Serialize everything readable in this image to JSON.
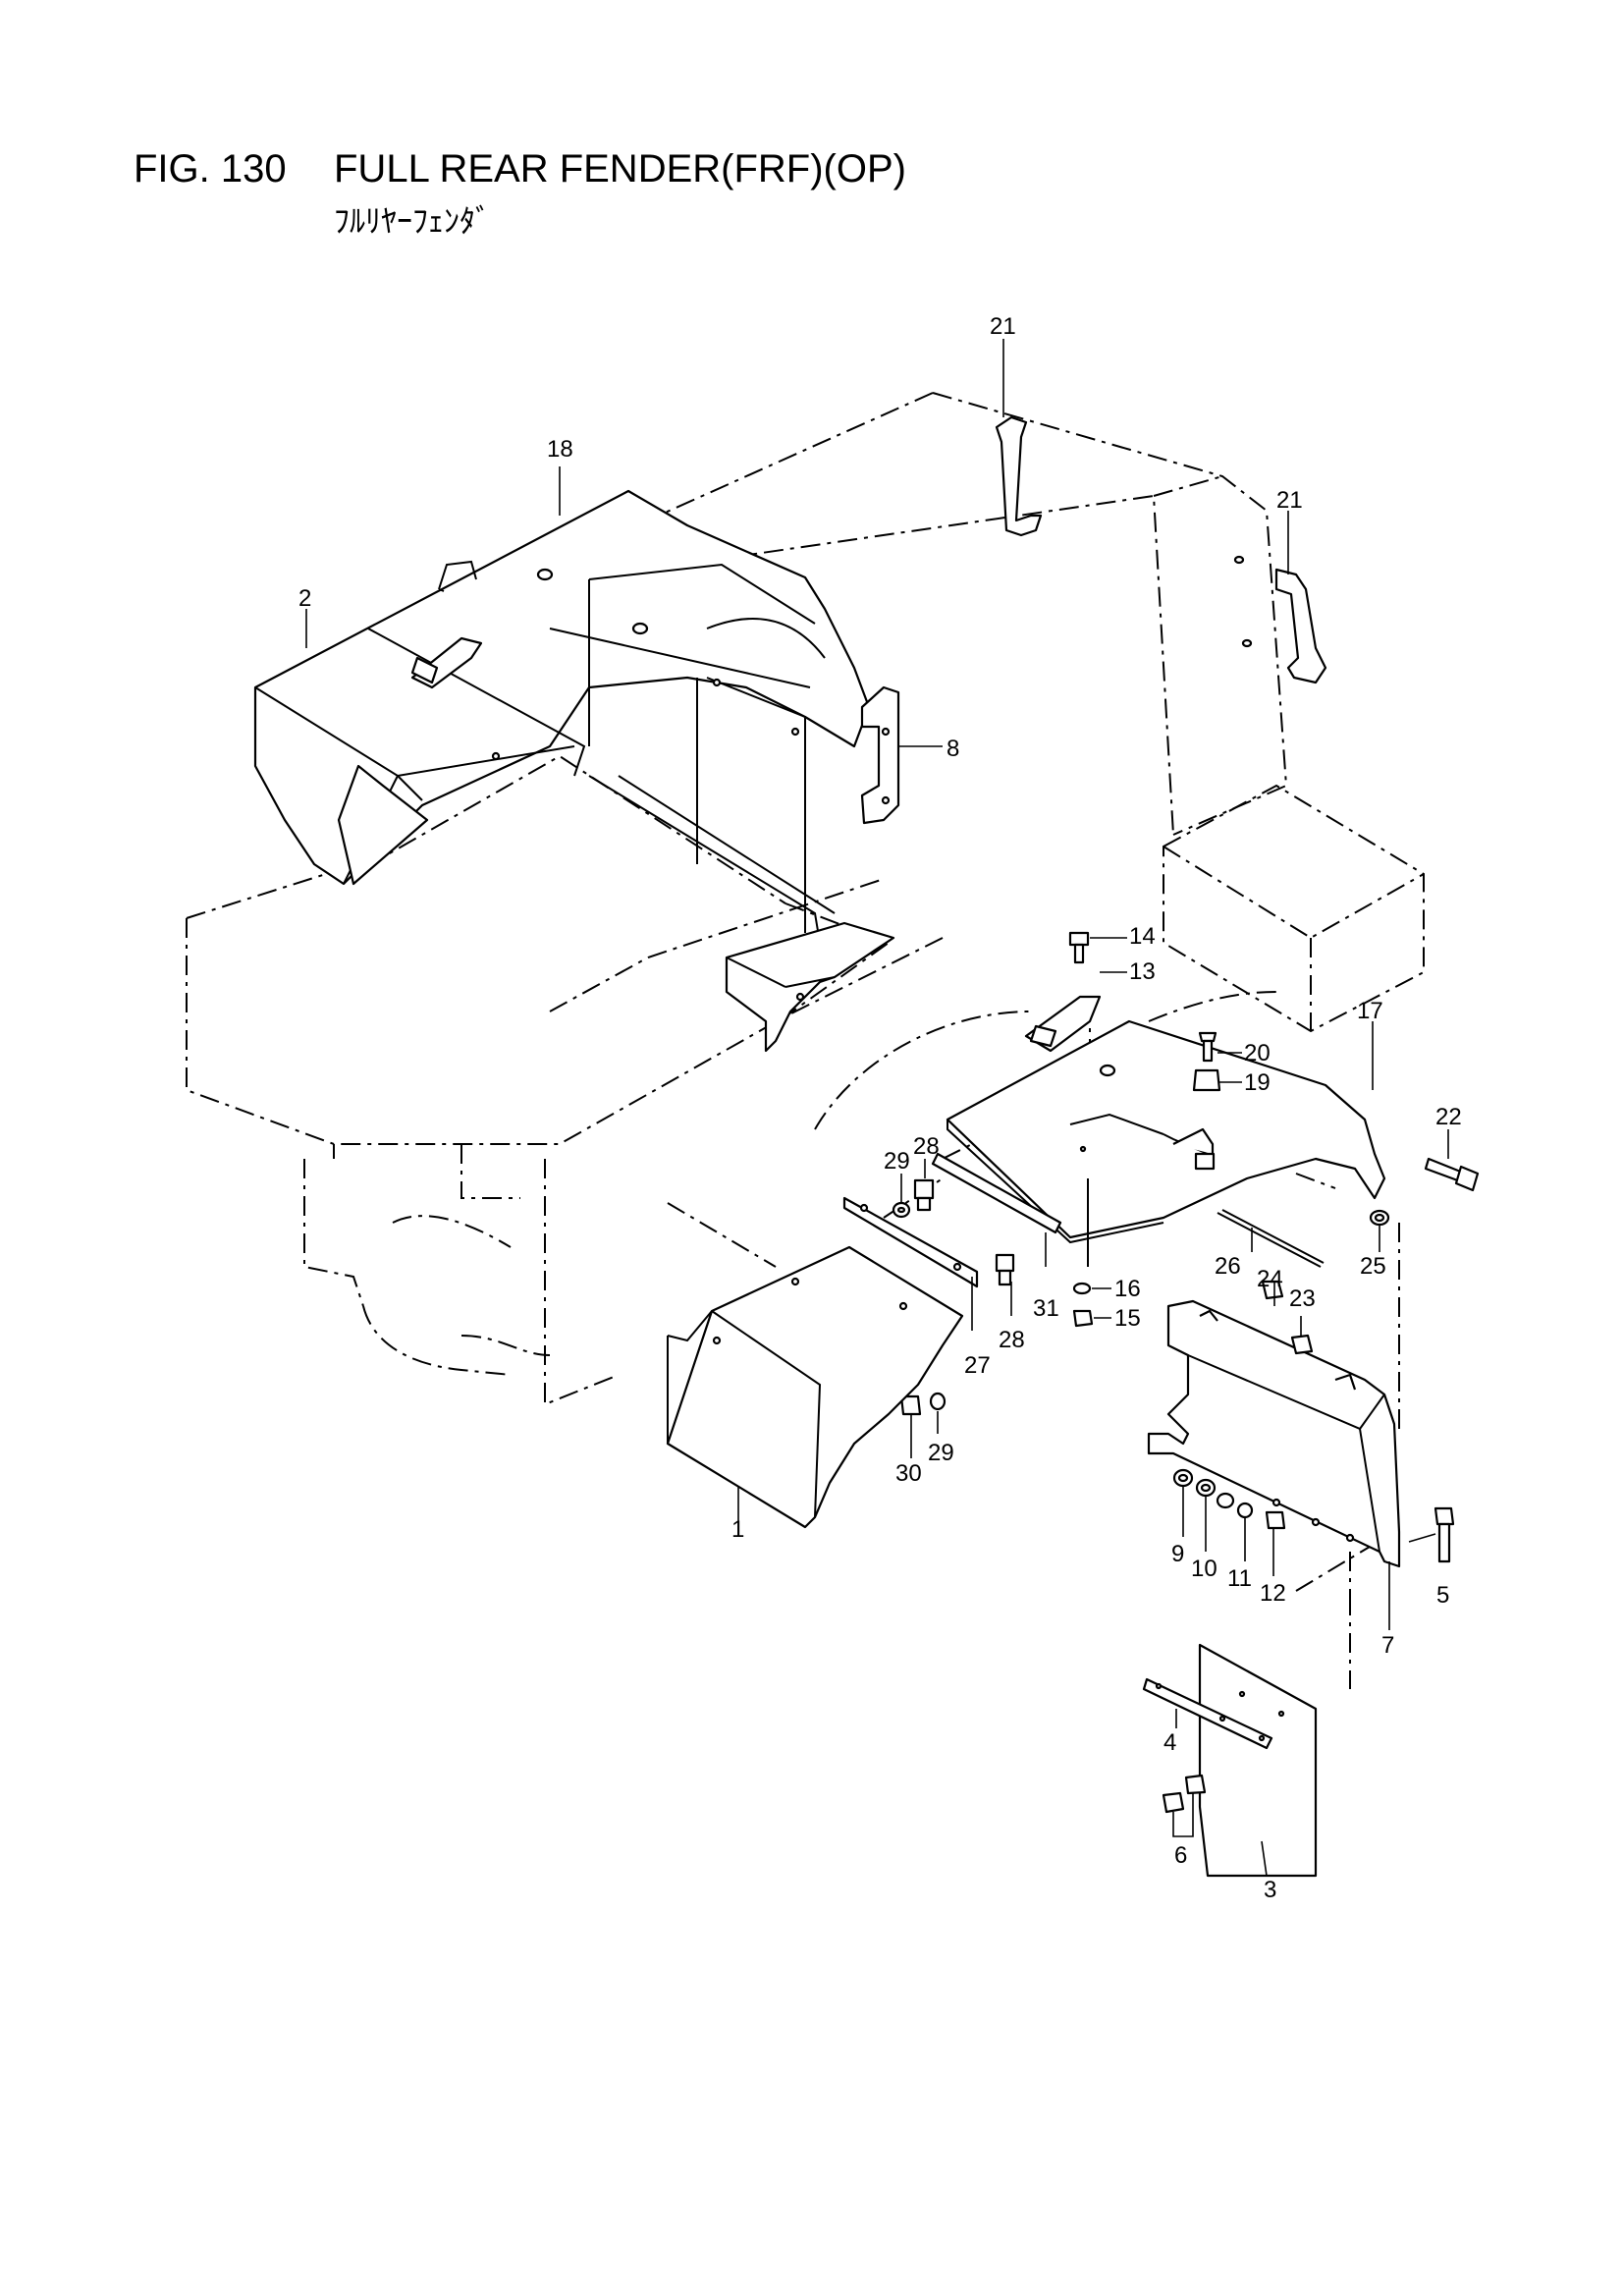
{
  "header": {
    "figure_number": "FIG. 130",
    "title": "FULL REAR FENDER(FRF)(OP)",
    "subtitle": "ﾌﾙﾘﾔｰﾌｪﾝﾀﾞ"
  },
  "callouts": [
    "1",
    "2",
    "3",
    "4",
    "5",
    "6",
    "7",
    "8",
    "9",
    "10",
    "11",
    "12",
    "13",
    "14",
    "15",
    "16",
    "17",
    "18",
    "19",
    "20",
    "21",
    "21",
    "22",
    "23",
    "24",
    "25",
    "26",
    "27",
    "28",
    "28",
    "29",
    "29",
    "30",
    "31"
  ]
}
